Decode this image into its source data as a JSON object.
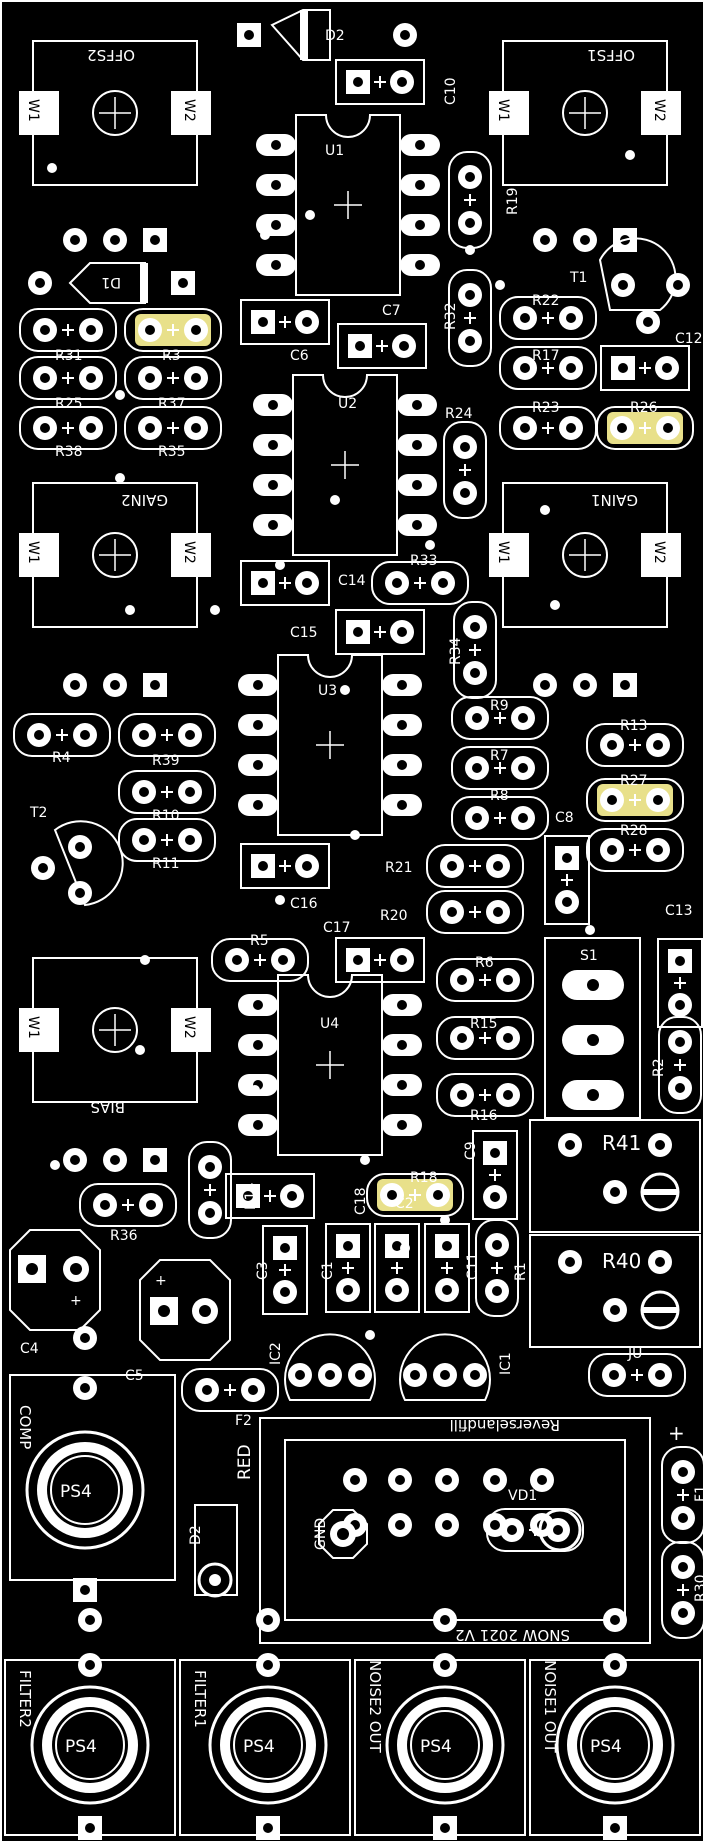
{
  "labels": {
    "D2_top": "D2",
    "C10": "C10",
    "U1": "U1",
    "R19": "R19",
    "D1": "D1",
    "R31": "R31",
    "R3": "R3",
    "R25": "R25",
    "R37": "R37",
    "R38": "R38",
    "R35": "R35",
    "R22": "R22",
    "T1": "T1",
    "C12": "C12",
    "R17": "R17",
    "R23": "R23",
    "R26": "R26",
    "R32": "R32",
    "C7": "C7",
    "C6": "C6",
    "U2": "U2",
    "R24": "R24",
    "C14": "C14",
    "R33": "R33",
    "C15": "C15",
    "R34": "R34",
    "U3": "U3",
    "R4": "R4",
    "R39": "R39",
    "R10": "R10",
    "R11": "R11",
    "T2": "T2",
    "R9": "R9",
    "R7": "R7",
    "R8": "R8",
    "R13": "R13",
    "R27": "R27",
    "R28": "R28",
    "C8": "C8",
    "R21": "R21",
    "R20": "R20",
    "C16": "C16",
    "R5": "R5",
    "C17": "C17",
    "C13": "C13",
    "S1": "S1",
    "U4": "U4",
    "R6": "R6",
    "R15": "R15",
    "R16": "R16",
    "R2": "R2",
    "C9": "C9",
    "R18": "R18",
    "C18": "C18",
    "C2": "C2",
    "R41": "R41",
    "R14": "R14",
    "R36": "R36",
    "C3": "C3",
    "C1": "C1",
    "C11": "C11",
    "R1": "R1",
    "R40": "R40",
    "C4": "C4",
    "C5": "C5",
    "IC2": "IC2",
    "IC1": "IC1",
    "JU": "JU",
    "F2": "F2",
    "RED": "RED",
    "plus": "+",
    "F1": "F1",
    "D2_bottom": "D2",
    "GND": "GND",
    "VD1": "VD1",
    "R30": "R30",
    "W1": "W1",
    "W2": "W2",
    "OFFS1": "OFFS1",
    "OFFS2": "OFFS2",
    "GAIN1": "GAIN1",
    "GAIN2": "GAIN2",
    "BIAS": "BIAS",
    "COMP": "COMP",
    "FILTER2": "FILTER2",
    "FILTER1": "FILTER1",
    "NOISE2_OUT": "NOISE2 OUT",
    "NOISE1_OUT": "NOISE1 OUT",
    "PS4": "PS4",
    "credit": "Reverselandfill",
    "date": "SNOW 2021 V2"
  },
  "colors": {
    "board": "#000000",
    "silkscreen": "#ffffff",
    "copper_highlight": "#e8e08a"
  }
}
